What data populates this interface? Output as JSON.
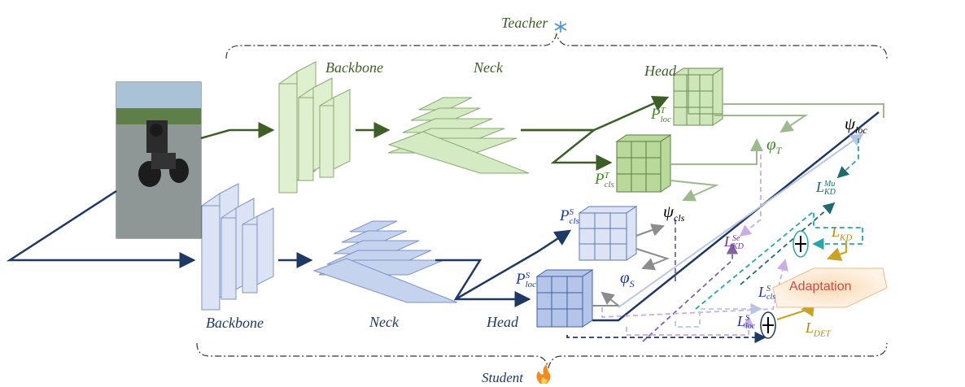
{
  "teacher": {
    "label": "Teacher",
    "icon": "snowflake-icon"
  },
  "student": {
    "label": "Student",
    "icon": "flame-icon"
  },
  "teacher_blocks": {
    "backbone": "Backbone",
    "neck": "Neck",
    "head": "Head"
  },
  "student_blocks": {
    "backbone": "Backbone",
    "neck": "Neck",
    "head": "Head"
  },
  "symbols": {
    "p_loc_teacher": {
      "base": "P",
      "sub": "loc",
      "sup": "T"
    },
    "p_cls_teacher": {
      "base": "P",
      "sub": "cls",
      "sup": "T"
    },
    "p_cls_student": {
      "base": "P",
      "sub": "cls",
      "sup": "S"
    },
    "p_loc_student": {
      "base": "P",
      "sub": "loc",
      "sup": "S"
    },
    "phi_t": {
      "base": "φ",
      "sub": "T"
    },
    "phi_s": {
      "base": "φ",
      "sub": "S"
    },
    "psi_loc": {
      "base": "ψ",
      "sub": "loc"
    },
    "psi_cls": {
      "base": "ψ",
      "sub": "cls"
    },
    "l_kd_mu": {
      "base": "L",
      "sub": "KD",
      "sup": "Mu"
    },
    "l_kd_se": {
      "base": "L",
      "sub": "KD",
      "sup": "Se"
    },
    "l_kd": {
      "base": "L",
      "sub": "KD"
    },
    "l_cls_s": {
      "base": "L",
      "sub": "cls",
      "sup": "S"
    },
    "l_loc_s": {
      "base": "L",
      "sub": "loc",
      "sup": "S"
    },
    "l_det": {
      "base": "L",
      "sub": "DET"
    }
  },
  "adaptation": {
    "label": "Adaptation"
  },
  "colors": {
    "teacher_green": "#3d5f27",
    "teacher_fill": "#dff0d0",
    "student_navy": "#1f3864",
    "student_fill": "#dbe3f5",
    "gold": "#c9a227",
    "purple": "#8064a2",
    "teal": "#2aa6a6",
    "adaptation_text": "#c0504d"
  }
}
